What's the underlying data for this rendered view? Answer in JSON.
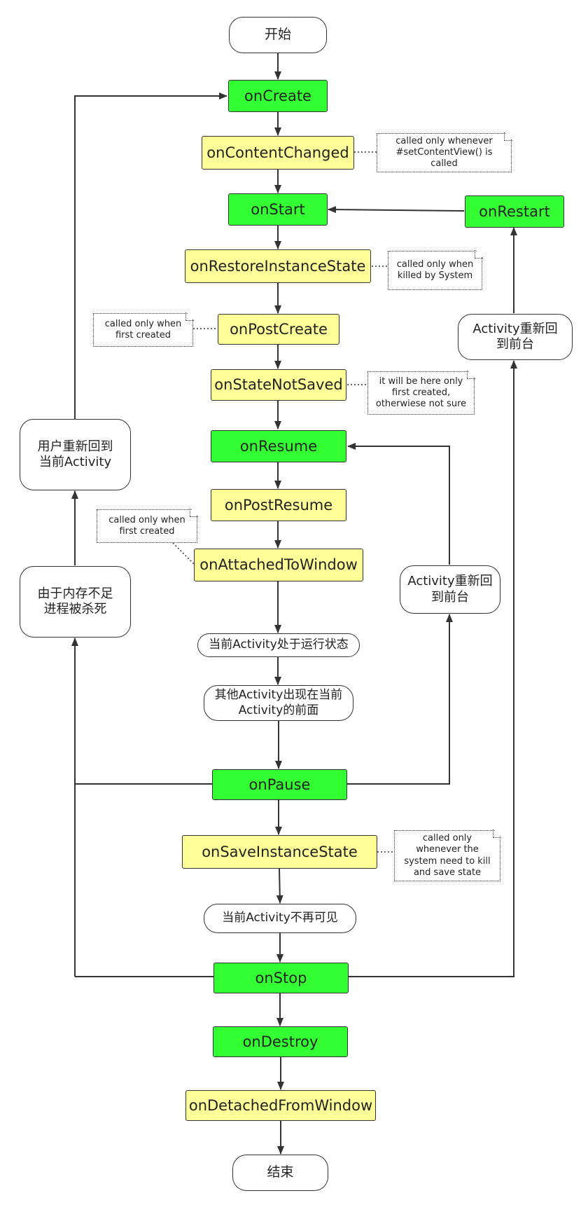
{
  "nodes": {
    "start": "开始",
    "on_create": "onCreate",
    "on_content_changed": "onContentChanged",
    "on_start": "onStart",
    "on_restart": "onRestart",
    "on_restore_instance_state": "onRestoreInstanceState",
    "on_post_create": "onPostCreate",
    "on_state_not_saved": "onStateNotSaved",
    "on_resume": "onResume",
    "on_post_resume": "onPostResume",
    "on_attached_to_window": "onAttachedToWindow",
    "running_state": "当前Activity处于运行状态",
    "other_activity_front": "其他Activity出现在当前Activity的前面",
    "on_pause": "onPause",
    "on_save_instance_state": "onSaveInstanceState",
    "not_visible": "当前Activity不再可见",
    "on_stop": "onStop",
    "on_destroy": "onDestroy",
    "on_detached_from_window": "onDetachedFromWindow",
    "end": "结束",
    "user_returns": "用户重新回到当前Activity",
    "process_killed": "由于内存不足进程被杀死",
    "back_to_foreground_right": "Activity重新回到前台",
    "back_to_foreground_mid": "Activity重新回到前台"
  },
  "notes": {
    "content_changed": "called only whenever #setContentView() is called",
    "restore_state": "called only when killed by System",
    "post_create": "called only when first created",
    "state_not_saved": "it will be here only first created, otherwiese not sure",
    "attached_window": "called only when first created",
    "save_state": "called only whenever the system need to kill and save state"
  },
  "colors": {
    "green": "#33ff33",
    "yellow": "#ffff99",
    "stroke": "#333333"
  }
}
